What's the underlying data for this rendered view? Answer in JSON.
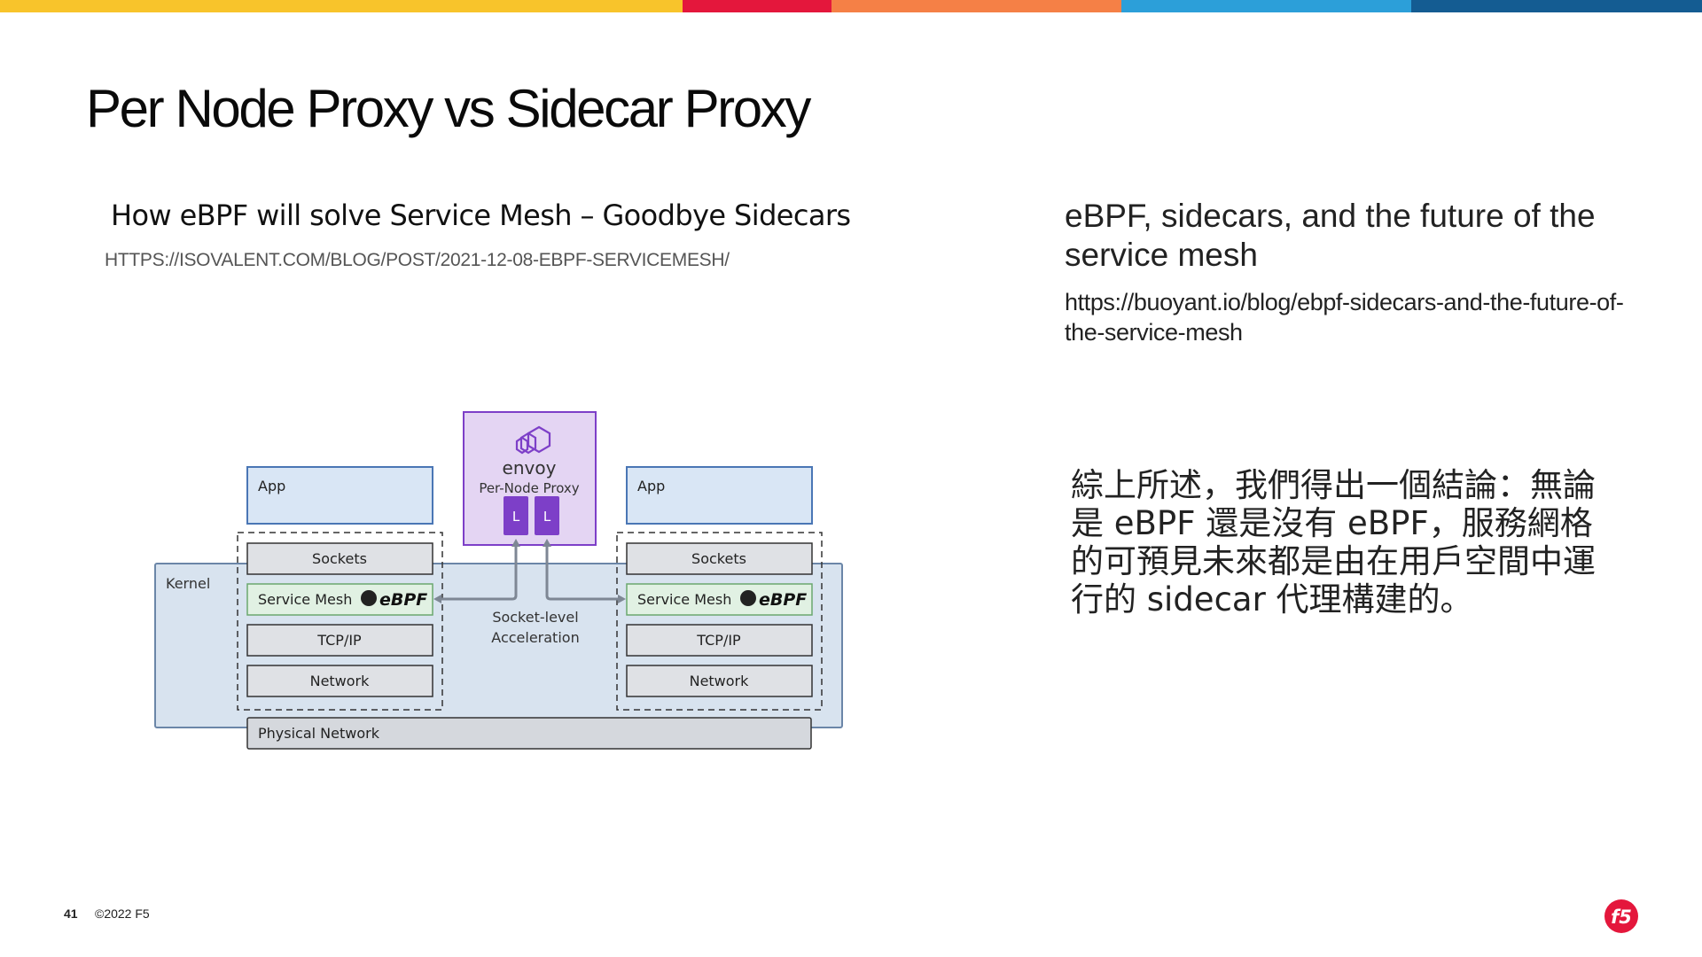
{
  "colors": {
    "bar": [
      "#f8c42b",
      "#e4173c",
      "#f58046",
      "#2c9fd9",
      "#145c92"
    ],
    "envoy_purple": "#7d3fc8",
    "kernel_fill": "#d8e3ef",
    "app_fill": "#d9e6f5",
    "brand_red": "#e4173c"
  },
  "slide": {
    "title": "Per Node Proxy vs Sidecar Proxy"
  },
  "left": {
    "heading": "How eBPF will solve Service Mesh – Goodbye Sidecars",
    "url": "HTTPS://ISOVALENT.COM/BLOG/POST/2021-12-08-EBPF-SERVICEMESH/"
  },
  "right": {
    "heading": "eBPF, sidecars, and the future of the service mesh",
    "url": "https://buoyant.io/blog/ebpf-sidecars-and-the-future-of-the-service-mesh",
    "summary_lines": [
      "綜上所述，我們得出一個結論：無論",
      "是 eBPF 還是沒有 eBPF，服務網格",
      "的可預見未來都是由在用戶空間中運",
      "行的 sidecar 代理構建的。"
    ]
  },
  "diagram": {
    "kernel_label": "Kernel",
    "envoy_name": "envoy",
    "envoy_subtitle": "Per-Node Proxy",
    "listener_label": "L",
    "socket_accel_line1": "Socket-level",
    "socket_accel_line2": "Acceleration",
    "physical_network": "Physical Network",
    "ebpf_label": "eBPF",
    "stacks": [
      {
        "app": "App",
        "sockets": "Sockets",
        "service_mesh": "Service Mesh",
        "tcpip": "TCP/IP",
        "network": "Network"
      },
      {
        "app": "App",
        "sockets": "Sockets",
        "service_mesh": "Service Mesh",
        "tcpip": "TCP/IP",
        "network": "Network"
      }
    ]
  },
  "footer": {
    "page_number": "41",
    "copyright": "©2022 F5",
    "logo_text": "f5"
  }
}
